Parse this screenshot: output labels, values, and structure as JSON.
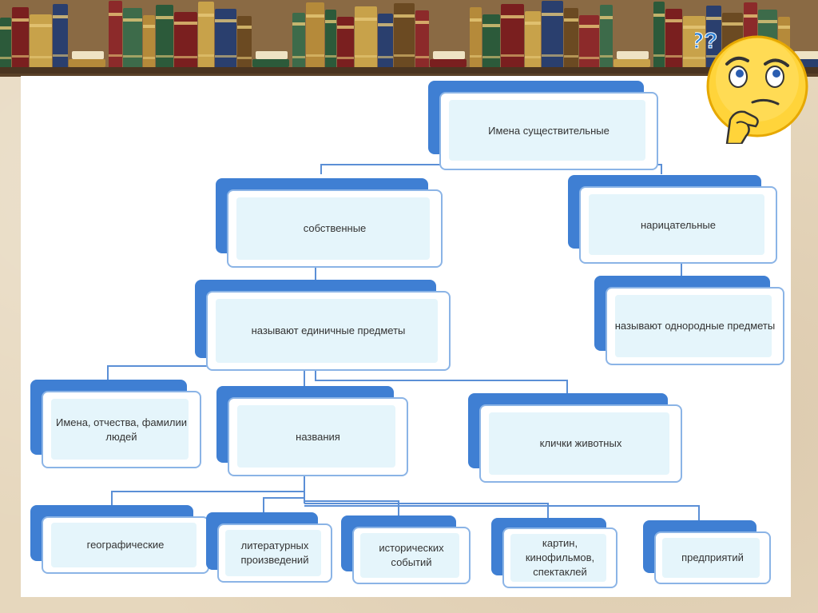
{
  "diagram": {
    "root": "Имена существительные",
    "proper": "собственные",
    "common": "нарицательные",
    "proper_desc": "называют  единичные предметы",
    "common_desc": "называют однородные предметы",
    "people": "Имена, отчества, фамилии людей",
    "names": "названия",
    "animals": "клички животных",
    "geo": "географические",
    "literary": "литературных произведений",
    "historical": "исторических событий",
    "art": "картин, кинофильмов, спектаклей",
    "enterprises": "предприятий"
  },
  "decor": {
    "question_marks": "??",
    "shelf_colors": [
      "#2c5a3a",
      "#7a1f1f",
      "#c8a24a",
      "#2a3f6e",
      "#6b4a22",
      "#8c2a2a",
      "#3d6b4a",
      "#b58a3a"
    ],
    "box_accent": "#3f7fd3",
    "box_fill": "#e5f5fb",
    "face_color": "#ffd700"
  }
}
